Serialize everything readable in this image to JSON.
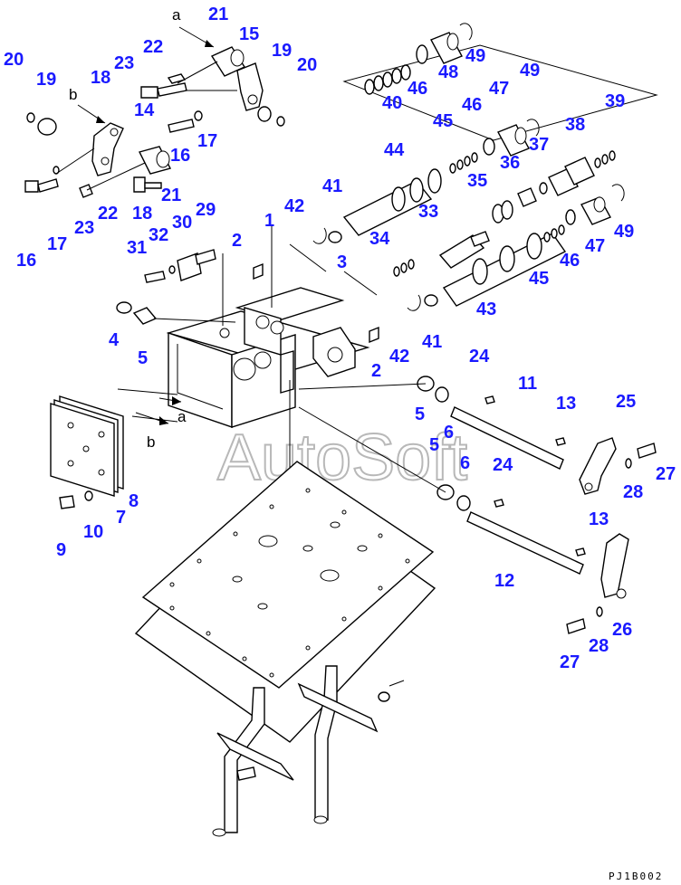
{
  "diagram": {
    "watermark": "AutoSoft",
    "drawing_code": "PJ1B002",
    "colors": {
      "callout": "#1a1aff",
      "line": "#000000",
      "watermark_outline": "#b8b8b8"
    },
    "labels": [
      {
        "text": "a"
      },
      {
        "text": "21"
      },
      {
        "text": "15"
      },
      {
        "text": "22"
      },
      {
        "text": "23"
      },
      {
        "text": "18"
      },
      {
        "text": "19"
      },
      {
        "text": "20"
      },
      {
        "text": "20"
      },
      {
        "text": "19"
      },
      {
        "text": "b"
      },
      {
        "text": "14"
      },
      {
        "text": "17"
      },
      {
        "text": "16"
      },
      {
        "text": "16"
      },
      {
        "text": "17"
      },
      {
        "text": "23"
      },
      {
        "text": "22"
      },
      {
        "text": "21"
      },
      {
        "text": "18"
      },
      {
        "text": "49"
      },
      {
        "text": "48"
      },
      {
        "text": "46"
      },
      {
        "text": "40"
      },
      {
        "text": "49"
      },
      {
        "text": "47"
      },
      {
        "text": "46"
      },
      {
        "text": "45"
      },
      {
        "text": "39"
      },
      {
        "text": "38"
      },
      {
        "text": "37"
      },
      {
        "text": "36"
      },
      {
        "text": "44"
      },
      {
        "text": "35"
      },
      {
        "text": "41"
      },
      {
        "text": "42"
      },
      {
        "text": "1"
      },
      {
        "text": "33"
      },
      {
        "text": "29"
      },
      {
        "text": "30"
      },
      {
        "text": "32"
      },
      {
        "text": "31"
      },
      {
        "text": "2"
      },
      {
        "text": "34"
      },
      {
        "text": "3"
      },
      {
        "text": "47"
      },
      {
        "text": "49"
      },
      {
        "text": "46"
      },
      {
        "text": "45"
      },
      {
        "text": "43"
      },
      {
        "text": "41"
      },
      {
        "text": "42"
      },
      {
        "text": "4"
      },
      {
        "text": "5"
      },
      {
        "text": "2"
      },
      {
        "text": "24"
      },
      {
        "text": "11"
      },
      {
        "text": "13"
      },
      {
        "text": "25"
      },
      {
        "text": "5"
      },
      {
        "text": "6"
      },
      {
        "text": "a"
      },
      {
        "text": "b"
      },
      {
        "text": "5"
      },
      {
        "text": "27"
      },
      {
        "text": "28"
      },
      {
        "text": "6"
      },
      {
        "text": "24"
      },
      {
        "text": "8"
      },
      {
        "text": "7"
      },
      {
        "text": "9"
      },
      {
        "text": "10"
      },
      {
        "text": "13"
      },
      {
        "text": "12"
      },
      {
        "text": "26"
      },
      {
        "text": "27"
      },
      {
        "text": "28"
      }
    ]
  }
}
